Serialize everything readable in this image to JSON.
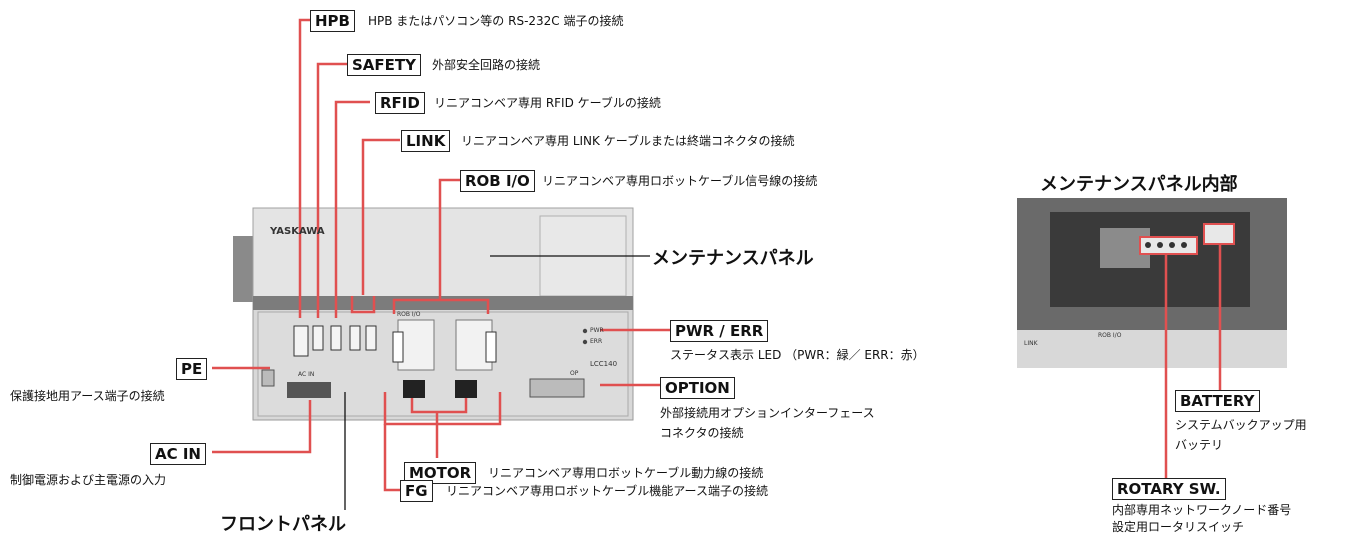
{
  "labels": {
    "hpb": {
      "tag": "HPB",
      "desc": "HPB またはパソコン等の RS-232C 端子の接続"
    },
    "safety": {
      "tag": "SAFETY",
      "desc": "外部安全回路の接続"
    },
    "rfid": {
      "tag": "RFID",
      "desc": "リニアコンベア専用 RFID ケーブルの接続"
    },
    "link": {
      "tag": "LINK",
      "desc": "リニアコンベア専用 LINK ケーブルまたは終端コネクタの接続"
    },
    "rob_io": {
      "tag": "ROB I/O",
      "desc": "リニアコンベア専用ロボットケーブル信号線の接続"
    },
    "pwr_err": {
      "tag": "PWR / ERR",
      "desc": "ステータス表示 LED （PWR：緑／ ERR：赤）"
    },
    "pe": {
      "tag": "PE",
      "desc": "保護接地用アース端子の接続"
    },
    "option": {
      "tag": "OPTION",
      "desc1": "外部接続用オプションインターフェース",
      "desc2": "コネクタの接続"
    },
    "ac_in": {
      "tag": "AC IN",
      "desc": "制御電源および主電源の入力"
    },
    "motor": {
      "tag": "MOTOR",
      "desc": "リニアコンベア専用ロボットケーブル動力線の接続"
    },
    "fg": {
      "tag": "FG",
      "desc": "リニアコンベア専用ロボットケーブル機能アース端子の接続"
    },
    "battery": {
      "tag": "BATTERY",
      "desc1": "システムバックアップ用",
      "desc2": "バッテリ"
    },
    "rotary": {
      "tag": "ROTARY SW.",
      "desc1": "内部専用ネットワークノード番号",
      "desc2": "設定用ロータリスイッチ"
    }
  },
  "callouts": {
    "maintenance_panel": "メンテナンスパネル",
    "front_panel": "フロントパネル",
    "maintenance_inside": "メンテナンスパネル内部"
  },
  "device": {
    "brand": "YASKAWA",
    "model": "LCC140",
    "port_rob_io": "ROB I/O",
    "port_ac_in": "AC IN",
    "port_option": "OP",
    "led_pwr": "PWR",
    "led_err": "ERR",
    "inset_link": "LINK",
    "inset_rob_io": "ROB I/O"
  },
  "colors": {
    "leader": "#e05050",
    "body": "#d6d6d6",
    "strip": "#7a7a7a"
  }
}
